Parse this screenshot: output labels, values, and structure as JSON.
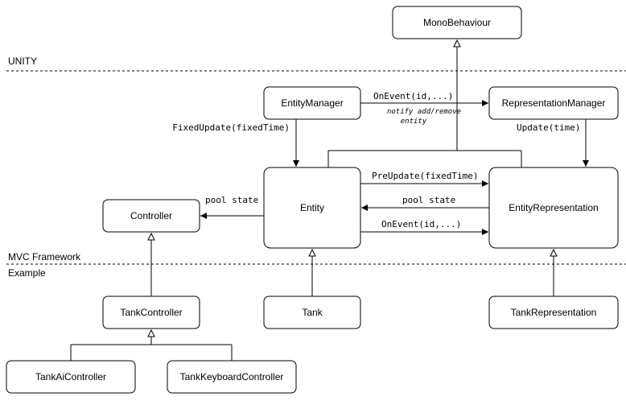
{
  "sections": {
    "unity": "UNITY",
    "mvc": "MVC Framework",
    "example": "Example"
  },
  "nodes": {
    "mono_behaviour": "MonoBehaviour",
    "entity_manager": "EntityManager",
    "representation_manager": "RepresentationManager",
    "entity": "Entity",
    "entity_representation": "EntityRepresentation",
    "controller": "Controller",
    "tank_controller": "TankController",
    "tank": "Tank",
    "tank_representation": "TankRepresentation",
    "tank_ai_controller": "TankAiController",
    "tank_keyboard_controller": "TankKeyboardController"
  },
  "edges": {
    "on_event_top": "OnEvent(id,...)",
    "notify_line1": "notify add/remove",
    "notify_line2": "entity",
    "fixed_update": "FixedUpdate(fixedTime)",
    "update_time": "Update(time)",
    "pre_update": "PreUpdate(fixedTime)",
    "pool_state_right": "pool state",
    "on_event_mid": "OnEvent(id,...)",
    "pool_state_left": "pool state"
  },
  "colors": {
    "stroke": "#000000",
    "fill": "#ffffff"
  }
}
